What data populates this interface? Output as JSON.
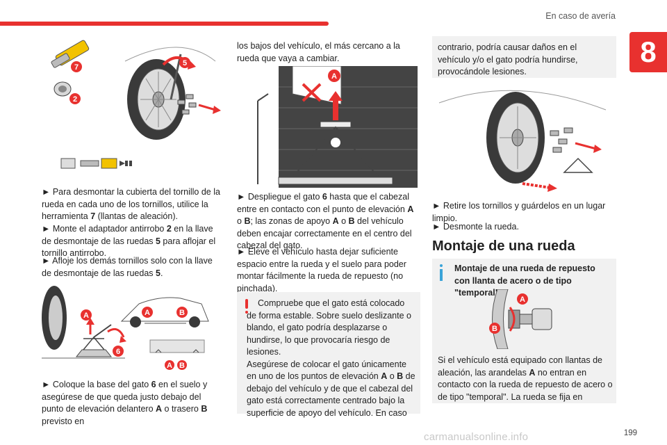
{
  "header": {
    "section_title": "En caso de avería",
    "chapter_number": "8"
  },
  "col1": {
    "fig1": {
      "label_7": "7",
      "label_2": "2",
      "label_5": "5"
    },
    "para1_a": "► Para desmontar la cubierta del tornillo de la rueda en cada uno de los tornillos, utilice la herramienta ",
    "para1_b": "7",
    "para1_c": " (llantas de aleación).",
    "para2_a": "► Monte el adaptador antirrobo ",
    "para2_b": "2",
    "para2_c": " en la llave de desmontaje de las ruedas ",
    "para2_d": "5",
    "para2_e": " para aflojar el tornillo antirrobo.",
    "para3_a": "► Afloje los demás tornillos solo con la llave de desmontaje de las ruedas ",
    "para3_b": "5",
    "para3_c": ".",
    "fig2": {
      "label_A1": "A",
      "label_A2": "A",
      "label_B1": "B",
      "label_A3": "A",
      "label_B2": "B",
      "label_6": "6"
    },
    "para4_a": "► Coloque la base del gato ",
    "para4_b": "6",
    "para4_c": " en el suelo y asegúrese de que queda justo debajo del punto de elevación delantero ",
    "para4_d": "A",
    "para4_e": " o trasero ",
    "para4_f": "B",
    "para4_g": " previsto en"
  },
  "col2": {
    "para1": "los bajos del vehículo, el más cercano a la rueda que vaya a cambiar.",
    "fig_label_A": "A",
    "para2_a": "► Despliegue el gato ",
    "para2_b": "6",
    "para2_c": " hasta que el cabezal entre en contacto con el punto de elevación ",
    "para2_d": "A",
    "para2_e": " o ",
    "para2_f": "B",
    "para2_g": "; las zonas de apoyo ",
    "para2_h": "A",
    "para2_i": " o ",
    "para2_j": "B",
    "para2_k": " del vehículo deben encajar correctamente en el centro del cabezal del gato.",
    "para3": "► Eleve el vehículo hasta dejar suficiente espacio entre la rueda y el suelo para poder montar fácilmente la rueda de repuesto (no pinchada).",
    "warn_a": "Compruebe que el gato está colocado de forma estable. Sobre suelo deslizante o blando, el gato podría desplazarse o hundirse, lo que provocaría riesgo de lesiones.",
    "warn_b": "Asegúrese de colocar el gato únicamente en uno de los puntos de elevación ",
    "warn_c": "A",
    "warn_d": " o ",
    "warn_e": "B",
    "warn_f": " de debajo del vehículo y de que el cabezal del gato está correctamente centrado bajo la superficie de apoyo del vehículo. En caso"
  },
  "col3": {
    "warn_cont": "contrario, podría causar daños en el vehículo y/o el gato podría hundirse, provocándole lesiones.",
    "para1": "► Retire los tornillos y guárdelos en un lugar limpio.",
    "para2": "► Desmonte la rueda.",
    "section_title": "Montaje de una rueda",
    "info_title": "Montaje de una rueda de repuesto con llanta de acero o de tipo \"temporal\"",
    "info_fig_label_A": "A",
    "info_fig_label_B": "B",
    "info_text_a": "Si el vehículo está equipado con llantas de aleación, las arandelas ",
    "info_text_b": "A",
    "info_text_c": " no entran en contacto con la rueda de repuesto de acero o de tipo \"temporal\". La rueda se fija en"
  },
  "footer": {
    "page_number": "199",
    "watermark": "carmanualsonline.info"
  },
  "colors": {
    "accent": "#e8312f",
    "info": "#3aa3d8",
    "box": "#f1f1f1"
  }
}
